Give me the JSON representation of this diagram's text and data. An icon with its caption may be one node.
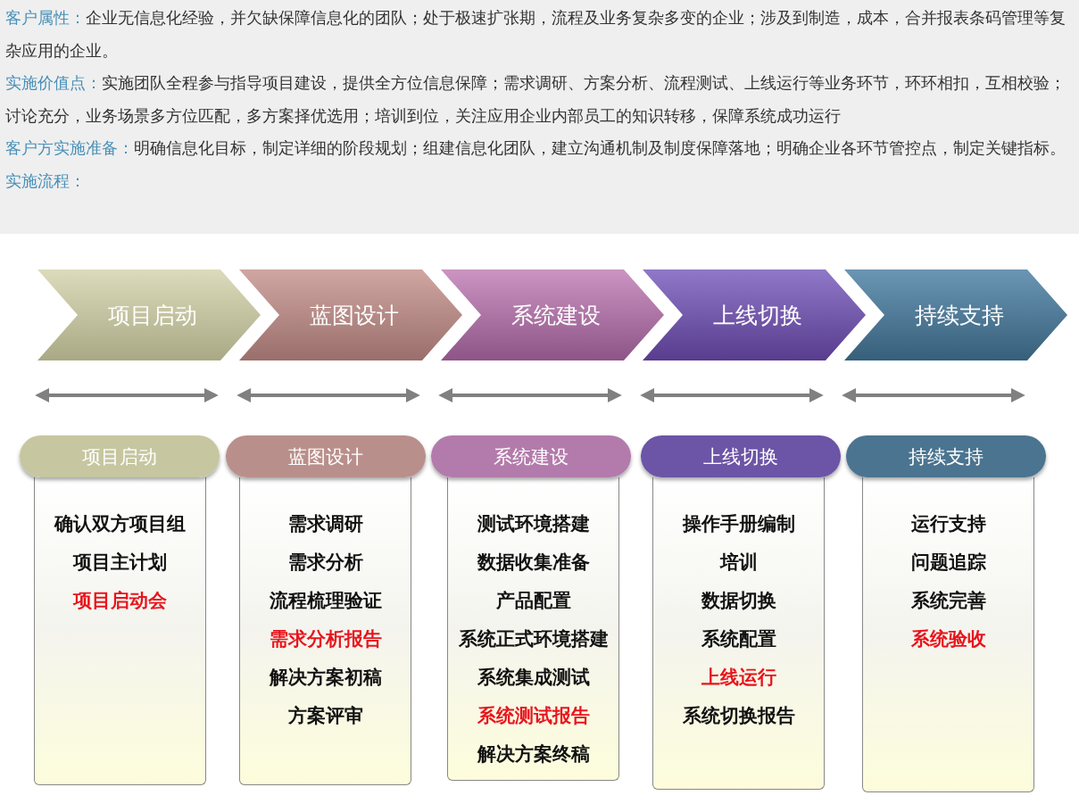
{
  "diagram": {
    "nodes": [
      {
        "text": [
          "项目启动"
        ]
      },
      {
        "text": [
          "蓝图设计"
        ]
      },
      {
        "text": [
          "系统建设"
        ]
      },
      {
        "text": [
          "上线切换"
        ]
      },
      {
        "text": [
          "持续支持"
        ]
      },
      {
        "text": [
          "项目启动"
        ]
      },
      {
        "text": [
          "确认双方项目组",
          "项目主计划",
          "项目启动会"
        ]
      },
      {
        "text": [
          "蓝图设计"
        ]
      },
      {
        "text": [
          "需求调研",
          "需求分析",
          "流程梳理验证",
          "需求分析报告",
          "解决方案初稿",
          "方案评审"
        ]
      },
      {
        "text": [
          "系统建设"
        ]
      },
      {
        "text": [
          "测试环境搭建",
          "数据收集准备",
          "产品配置",
          "系统正式环境搭建",
          "系统集成测试",
          "系统测试报告",
          "解决方案终稿"
        ]
      },
      {
        "text": [
          "上线切换"
        ]
      },
      {
        "text": [
          "操作手册编制",
          "培训",
          "数据切换",
          "系统配置",
          "上线运行",
          "系统切换报告"
        ]
      },
      {
        "text": [
          "持续支持"
        ]
      },
      {
        "text": [
          "运行支持",
          "问题追踪",
          "系统完善",
          "系统验收"
        ]
      }
    ],
    "edges": [],
    "labels": [
      "客户属性：",
      "企业无信息化经验，并欠缺保障信息化的团队；处于极速扩张期，流程及业务复杂多变的企业；涉及到制造，成本，合并报表条码管理等复杂应用的企业。",
      "实施价值点：",
      "实施团队全程参与指导项目建设，提供全方位信息保障；需求调研、方案分析、流程测试、上线运行等业务环节，环环相扣，互相校验；讨论充分，业务场景多方位匹配，多方案择优选用；培训到位，关注应用企业内部员工的知识转移，保障系统成功运行",
      "客户方实施准备：",
      "明确信息化目标，制定详细的阶段规划；组建信息化团队，建立沟通机制及制度保障落地；明确企业各环节管控点，制定关键指标。",
      "实施流程："
    ]
  }
}
